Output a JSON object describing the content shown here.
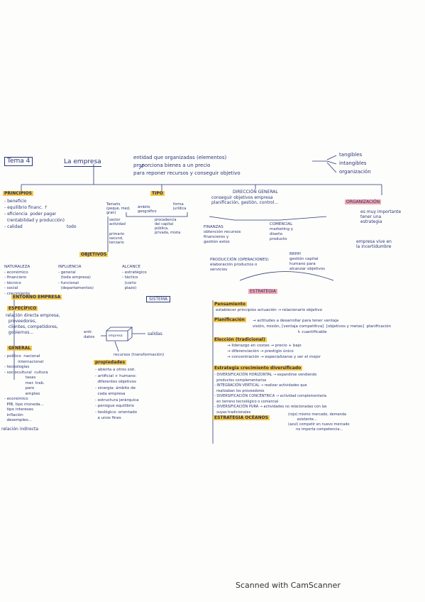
{
  "header": {
    "tema": "Tema 4",
    "empresa": "La empresa",
    "definition": "entidad que organizadas (elementos)\nproporciona bienes a un precio\npara reponer recursos y conseguir objetivo",
    "elementos": [
      "tangibles",
      "intangibles",
      "organización"
    ]
  },
  "principios": {
    "title": "PRINCIPIOS",
    "items": "- beneficio\n- equilibrio financ. ↑\n- eficiencia  poder pagar\n  (rentabilidad y producción)\n- calidad",
    "side_note": "todo"
  },
  "tipo": {
    "title": "TIPO",
    "tamano": "Tamaño\n(peque, med,\ngran)",
    "ambito": "ámbito\ngeográfico",
    "forma": "forma\njurídica",
    "sector": "sector\nactividad",
    "procedencia": "procedencia\ndel capital\npública,\nprivada, mixta",
    "primario": "primario\nsecund,\nterciario"
  },
  "objetivos": {
    "title": "OBJETIVOS",
    "naturaleza": "NATURALEZA\n- económico\n- financiero\n- técnico\n- social\n- crecimiento",
    "influencia": "INFLUENCIA\n- general\n  (toda empresa)\n- funcional\n  (departamentos)",
    "alcance": "ALCANCE\n- estratégico\n- táctico\n  (corto\n  plazo)"
  },
  "direccion": {
    "title": "DIRECCIÓN GENERAL",
    "desc": "conseguir objetivos empresa\nplanificación, gestión, control...",
    "finanzas": "FINANZAS\nobtención recursos\nfinancieros y\ngestión estos",
    "comercial": "COMERCIAL\nmarketing y\ndiseño\nproducto",
    "produccion": "PRODUCCIÓN (OPERACIONES)\nelaboración productos o\nservicios",
    "rrhh": "RRHH\ngestión capital\nhumano para\nalcanzar objetivos"
  },
  "organizacion": {
    "title": "ORGANIZACIÓN",
    "desc": "es muy importante\ntener una\nestrategia",
    "desc2": "empresa vive en\nla incertidumbre"
  },
  "entorno": {
    "title": "ENTORNO EMPRESA",
    "especifico": "ESPECÍFICO",
    "especifico_desc": "relación directa empresa,\n  proveedores,\n  clientes, competidores,\n  gobiernos...",
    "general": "GENERAL",
    "general_desc": "- político  nacional\n           internacional\n- tecnologías\n- sociocultural  cultura\n                 tasas\n                 mer. trab.\n                 paro\n                 empleo\n- económico\n  PIB, tipo moneda...\n  tipo intereses\n  inflación\n  desempleo...",
    "relacion": "relación indirecta"
  },
  "sistema": {
    "title": "SISTEMA",
    "entradas": "entr.\ndatos",
    "empresa": "empresa",
    "salidas": "salidas",
    "recursos": "recursos (transformación)"
  },
  "propiedades": {
    "title": "propiedades",
    "items": "- abierta a otros sist.\n- artificial + humano:\n  diferentes objetivos\n- sinergia: ámbito de\n  cada empresa\n- estructura jerárquica\n- persigue equilibrio\n- teológico: orientado\n  a unos fines"
  },
  "estrategia": {
    "title": "ESTRATEGIA",
    "pensamiento": "Pensamiento",
    "pensamiento_desc": "establecer principios actuación → relacionarlo objetivo",
    "planificacion": "Planificación",
    "planificacion_desc": "→ actitudes a desarrollar para tener ventaja\nvisión, misión, [ventaja competitiva]  [objetivos y metas]  planificación\n                                    ↳ cuantificable",
    "eleccion": "Elección (tradicional)",
    "eleccion_desc": "→ liderazgo en costes → precio + bajo\n→ diferenciación → prestigio único\n→ concentración → especializarse y ser el mejor"
  },
  "crecimiento": {
    "title": "Estrategia crecimiento diversificado",
    "items": "- DIVERSIFICACIÓN HORIZONTAL → expandirse vendiendo\n  productos complementarios\n- INTEGRACIÓN VERTICAL → realizar actividades que\n  realizaban los proveedores\n- DIVERSIFICACIÓN CONCÉNTRICA → actividad complementaria\n  en terreno tecnológico o comercial\n- DIVERSIFICACIÓN PURA → actividades no relacionadas con las\n  suyas tradicionales",
    "oceanos": "ESTRATEGIA OCÉANOS",
    "oceanos_desc": "(rojo) mismo mercado, demanda\n        existente...\n(azul) competir en nuevo mercado\n       no importa competencia..."
  },
  "footer": {
    "scanner": "Scanned with CamScanner"
  }
}
